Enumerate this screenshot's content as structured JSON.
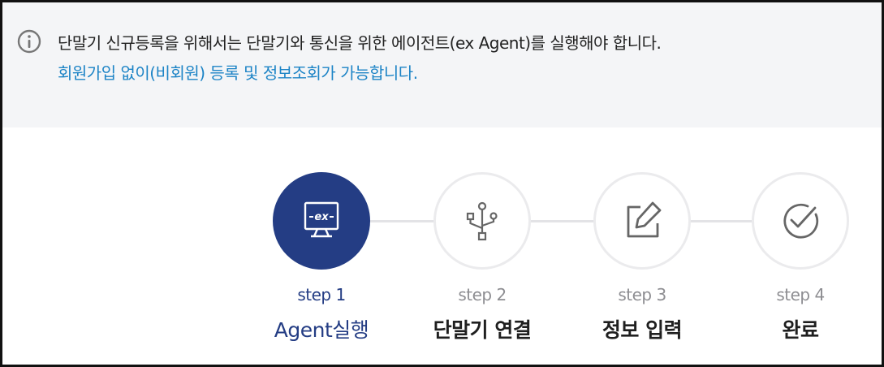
{
  "notice": {
    "line1": "단말기 신규등록을 위해서는 단말기와 통신을 위한 에이전트(ex Agent)를 실행해야 합니다.",
    "line2": "회원가입 없이(비회원) 등록 및 정보조회가 가능합니다."
  },
  "steps": [
    {
      "number": "step 1",
      "label": "Agent실행",
      "icon": "ex-agent-monitor-icon",
      "active": true
    },
    {
      "number": "step 2",
      "label": "단말기 연결",
      "icon": "usb-icon",
      "active": false
    },
    {
      "number": "step 3",
      "label": "정보 입력",
      "icon": "edit-icon",
      "active": false
    },
    {
      "number": "step 4",
      "label": "완료",
      "icon": "check-circle-icon",
      "active": false
    }
  ],
  "monitor_text": "ex",
  "colors": {
    "active": "#243d84",
    "inactive_text": "#8e8e92",
    "link_blue": "#1d84c6",
    "notice_bg": "#f4f5f7",
    "circle_border": "#ebebed"
  }
}
